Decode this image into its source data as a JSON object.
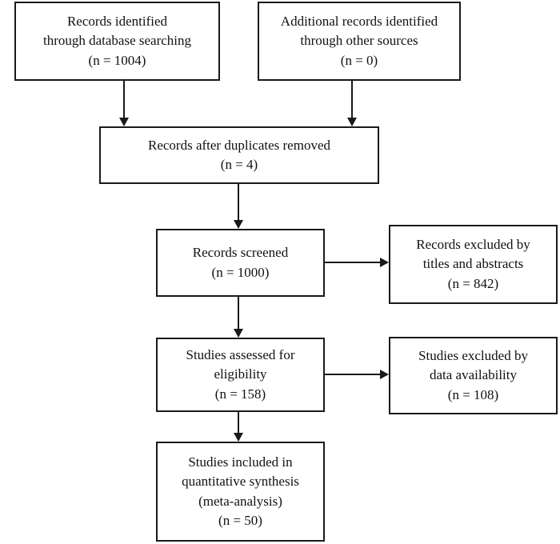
{
  "boxes": {
    "identified_database": {
      "lines": [
        "Records identified",
        "through database searching",
        "(n = 1004)"
      ]
    },
    "identified_other": {
      "lines": [
        "Additional records identified",
        "through other sources",
        "(n = 0)"
      ]
    },
    "duplicates_removed": {
      "lines": [
        "Records after duplicates removed",
        "(n = 4)"
      ]
    },
    "screened": {
      "lines": [
        "Records screened",
        "(n = 1000)"
      ]
    },
    "excluded_titles": {
      "lines": [
        "Records excluded by",
        "titles and abstracts",
        "(n = 842)"
      ]
    },
    "assessed_eligibility": {
      "lines": [
        "Studies assessed for",
        "eligibility",
        "(n = 158)"
      ]
    },
    "excluded_data": {
      "lines": [
        "Studies excluded by",
        "data availability",
        "(n = 108)"
      ]
    },
    "included": {
      "lines": [
        "Studies included in",
        "quantitative synthesis",
        "(meta-analysis)",
        "(n = 50)"
      ]
    }
  }
}
